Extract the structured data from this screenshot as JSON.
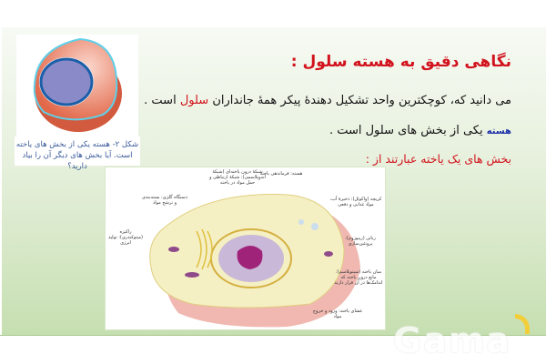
{
  "slide": {
    "title": "نگاهی دقیق به هسته سلول :",
    "line1": {
      "before": "می دانید که، کوچکترین واحد تشکیل دهندهٔ پیکر همهٔ جانداران ",
      "highlight": "سلول",
      "after": " است ."
    },
    "line2": {
      "highlight": "هسته",
      "after": " یکی از بخش های سلول است ."
    },
    "line3": "بخش های یک یاخته عبارتند از :",
    "caption": "شکل ۲- هسته یکی از بخش های یاخته است. آیا بخش های دیگر آن را بیاد دارید؟",
    "diagram_labels": {
      "er": "شبکهٔ درون یاخته‌ای (شبکهٔ آندوپلاسمی): شبکهٔ ارتباطی و حمل مواد در یاخته",
      "nucleus": "هسته: فرماندهی یاخته",
      "golgi": "دستگاه گلژی: بسته‌بندی و ترشح مواد",
      "vacuole": "کریچه (واکوئل): ذخیرهٔ آب، مواد غذایی و دفعی",
      "mitochondria": "راکیزه (میتوکندری): تولید انرژی",
      "ribosome": "رناتن (ریبوزوم): پروتئین‌سازی",
      "cytoplasm": "میان یاخته (سیتوپلاسم): مایع درون یاخته که اندامک‌ها در آن قرار دارند",
      "membrane": "غشای یاخته: ورود و خروج مواد"
    }
  },
  "logo": "Gama",
  "colors": {
    "title": "#d2121c",
    "highlight_blue": "#1b2fa8",
    "background": "#c6dfb1"
  }
}
